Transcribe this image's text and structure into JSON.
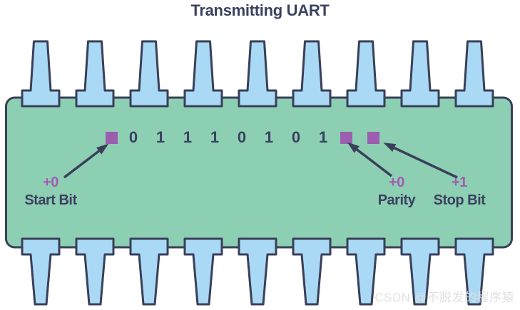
{
  "title": "Transmitting UART",
  "frame": {
    "bits": [
      "0",
      "1",
      "1",
      "1",
      "0",
      "1",
      "0",
      "1"
    ],
    "annotations": {
      "start": {
        "offset": "+0",
        "label": "Start Bit"
      },
      "parity": {
        "offset": "+0",
        "label": "Parity"
      },
      "stop": {
        "offset": "+1",
        "label": "Stop Bit"
      }
    }
  },
  "colors": {
    "chip-green": "#8DCFB3",
    "pin-blue": "#A9D9F5",
    "outline-navy": "#3A4059",
    "bit-purple": "#9C5FAF",
    "text-dark": "#3A4160",
    "label-purple": "#A35CB2"
  },
  "watermark": "CSDN @不脱发的程序猿"
}
